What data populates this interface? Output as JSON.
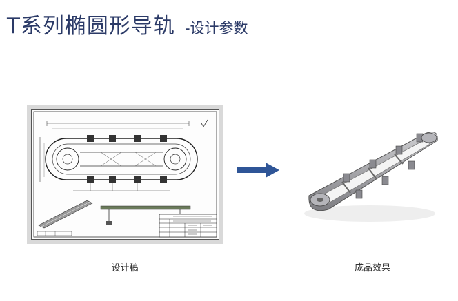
{
  "title": {
    "main": "T系列椭圆形导轨",
    "subtitle": "-设计参数"
  },
  "captions": {
    "design": "设计稿",
    "result": "成品效果"
  },
  "colors": {
    "title": "#2b3a67",
    "arrow": "#2f5597"
  },
  "icons": {
    "arrow": "right-arrow-icon"
  }
}
